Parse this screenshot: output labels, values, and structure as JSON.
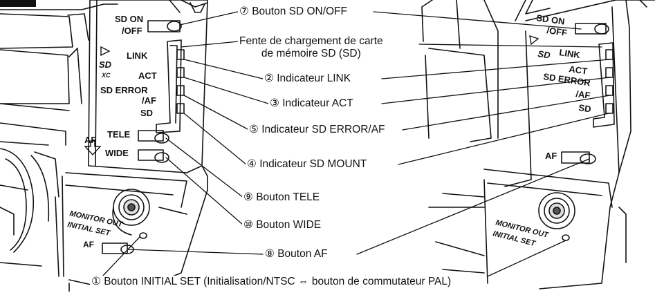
{
  "device_labels": {
    "sd_on": "SD ON",
    "off": "/OFF",
    "link": "LINK",
    "act": "ACT",
    "sd_error": "SD ERROR",
    "af_slash": "/AF",
    "sd": "SD",
    "tele": "TELE",
    "af": "AF",
    "wide": "WIDE",
    "monitor_out": "MONITOR OUT",
    "initial_set": "INITIAL SET",
    "sd_logo": "SD",
    "xc_logo": "XC"
  },
  "callouts": {
    "sd_onoff": "⑦ Bouton SD ON/OFF",
    "slot_line1": "Fente de chargement de carte",
    "slot_line2": "de mémoire SD (SD)",
    "link": "② Indicateur LINK",
    "act": "③ Indicateur ACT",
    "sd_error": "⑤ Indicateur SD ERROR/AF",
    "sd_mount": "④ Indicateur SD MOUNT",
    "tele": "⑨ Bouton TELE",
    "wide": "⑩ Bouton WIDE",
    "af": "⑧ Bouton AF",
    "initial_set": "① Bouton INITIAL SET (Initialisation/NTSC ⇔ bouton de commutateur PAL)"
  },
  "colors": {
    "line": "#111111",
    "panel": "#ffffff",
    "header_tab": "#111111"
  }
}
